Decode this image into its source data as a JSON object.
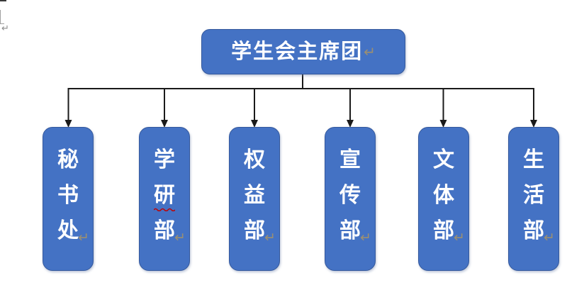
{
  "page_marks": {
    "paragraph_mark": "↵"
  },
  "diagram": {
    "title_box": {
      "label": "学生会主席团",
      "eol_mark": "↵"
    },
    "departments": [
      {
        "name": "秘书处",
        "chars": [
          "秘",
          "书",
          "处"
        ],
        "eol_mark": "↵",
        "spellcheck": false
      },
      {
        "name": "学研部",
        "chars": [
          "学",
          "研",
          "部"
        ],
        "eol_mark": "↵",
        "spellcheck": true,
        "spellcheck_char": "研"
      },
      {
        "name": "权益部",
        "chars": [
          "权",
          "益",
          "部"
        ],
        "eol_mark": "↵",
        "spellcheck": false
      },
      {
        "name": "宣传部",
        "chars": [
          "宣",
          "传",
          "部"
        ],
        "eol_mark": "↵",
        "spellcheck": false
      },
      {
        "name": "文体部",
        "chars": [
          "文",
          "体",
          "部"
        ],
        "eol_mark": "↵",
        "spellcheck": false
      },
      {
        "name": "生活部",
        "chars": [
          "生",
          "活",
          "部"
        ],
        "eol_mark": "↵",
        "spellcheck": false
      }
    ],
    "colors": {
      "box_fill": "#4472C4",
      "box_border": "#35599C",
      "box_text": "#FFFFFF",
      "connector": "#1A1A1A",
      "eol_mark": "#9B8F72",
      "spellcheck_underline": "#C00000",
      "page_mark": "#8C8C8C"
    }
  }
}
